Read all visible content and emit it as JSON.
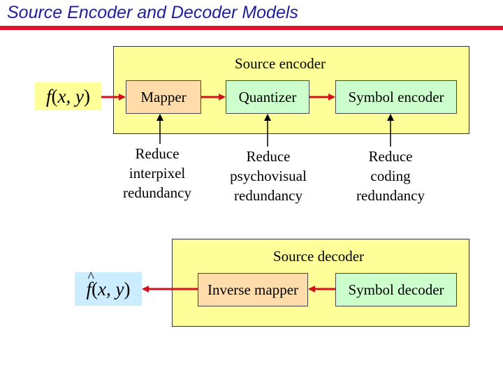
{
  "header": {
    "title": "Source Encoder and Decoder Models"
  },
  "encoder": {
    "label": "Source encoder",
    "input": {
      "f": "f",
      "paren_open": "(",
      "vars": "x, y",
      "paren_close": ")"
    },
    "blocks": {
      "mapper": "Mapper",
      "quantizer": "Quantizer",
      "symbol_encoder": "Symbol encoder"
    },
    "notes": {
      "mapper": [
        "Reduce",
        "interpixel",
        "redundancy"
      ],
      "quantizer": [
        "Reduce",
        "psychovisual",
        "redundancy"
      ],
      "symbol": [
        "Reduce",
        "coding",
        "redundancy"
      ]
    }
  },
  "decoder": {
    "label": "Source decoder",
    "output": {
      "hat": "^",
      "f": "f",
      "paren_open": "(",
      "vars": "x, y",
      "paren_close": ")"
    },
    "blocks": {
      "inverse_mapper": "Inverse mapper",
      "symbol_decoder": "Symbol decoder"
    }
  },
  "colors": {
    "title": "#1f1f9a",
    "rule": "#e0102a",
    "panel": "#ffff99",
    "arrow_red": "#d0101e",
    "mapper": "#ffdcaa",
    "green_block": "#ccffcc",
    "output_bg": "#ccecff"
  }
}
